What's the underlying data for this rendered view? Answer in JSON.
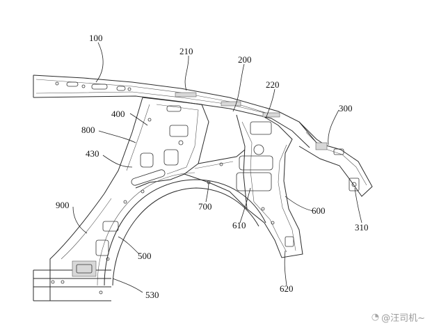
{
  "labels": {
    "l100": "100",
    "l200": "200",
    "l210": "210",
    "l220": "220",
    "l300": "300",
    "l310": "310",
    "l400": "400",
    "l430": "430",
    "l500": "500",
    "l530": "530",
    "l600": "600",
    "l610": "610",
    "l620": "620",
    "l700": "700",
    "l800": "800",
    "l900": "900"
  },
  "watermark": {
    "icon": "weibo-icon",
    "text": "@汪司机~"
  }
}
